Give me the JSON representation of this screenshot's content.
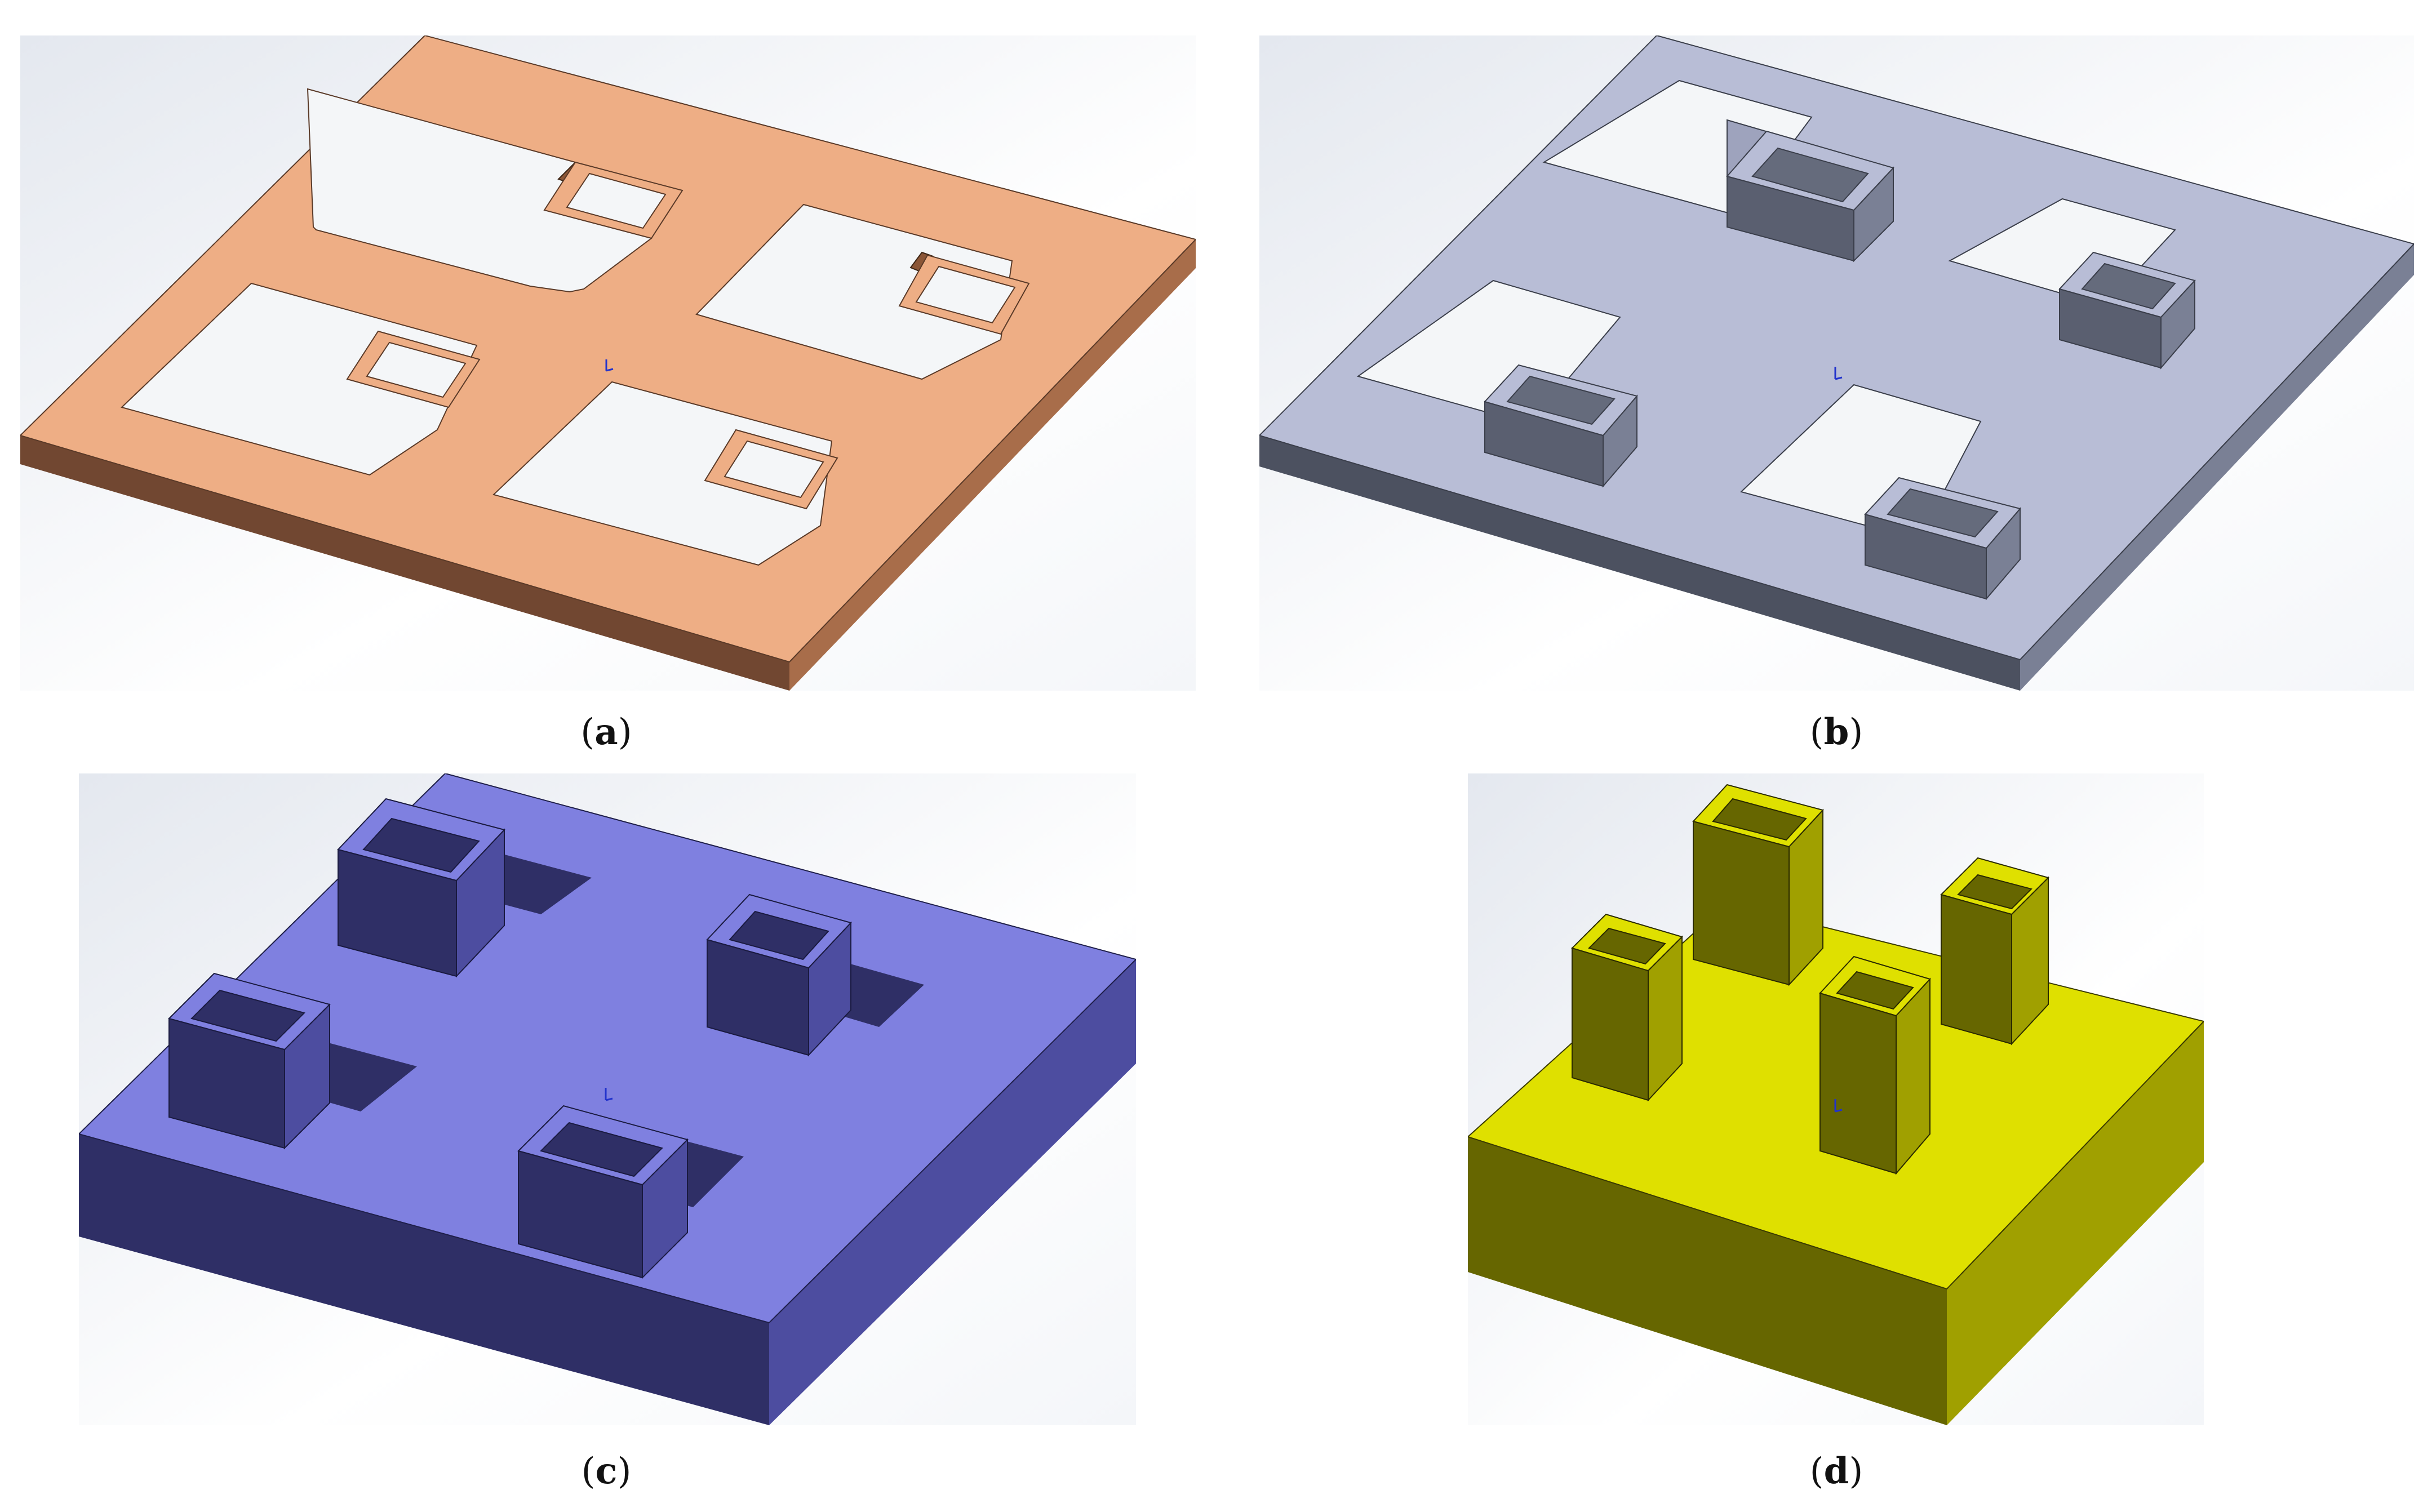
{
  "figure": {
    "panels": [
      {
        "id": "a",
        "label": "a",
        "description": "plate-with-slots"
      },
      {
        "id": "b",
        "label": "b",
        "description": "plate-with-tubes"
      },
      {
        "id": "c",
        "label": "c",
        "description": "thick-plate-with-cubes"
      },
      {
        "id": "d",
        "label": "d",
        "description": "block-with-tall-tubes"
      }
    ]
  },
  "colors": {
    "background_top": "#eef1f6",
    "background_bottom": "#ffffff",
    "a_top": "#eeae85",
    "a_front": "#714731",
    "a_side": "#a86d4a",
    "b_top": "#b8bdd6",
    "b_front": "#4c5160",
    "b_side": "#7a8095",
    "b_inner": "#656b7c",
    "c_top": "#7f80e0",
    "c_front": "#2f2f66",
    "c_side": "#4d4da0",
    "d_top": "#dfe000",
    "d_front": "#666600",
    "d_side": "#a0a000"
  }
}
